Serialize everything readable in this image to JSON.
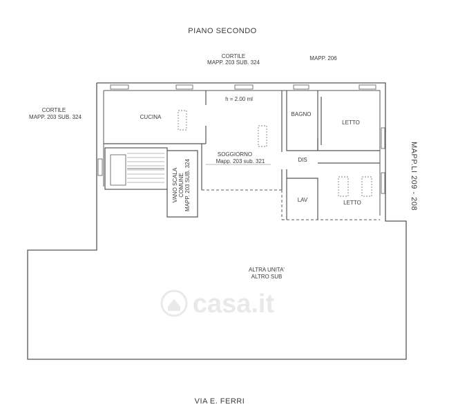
{
  "title": "PIANO SECONDO",
  "street": "VIA E. FERRI",
  "neighbors": {
    "top_cortile_1": "CORTILE",
    "top_cortile_2": "MAPP. 203 SUB. 324",
    "top_mapp": "MAPP. 206",
    "left_cortile_1": "CORTILE",
    "left_cortile_2": "MAPP. 203 SUB. 324",
    "right_mappali": "MAPP.LI 209 - 208"
  },
  "rooms": {
    "cucina": "CUCINA",
    "height": "h = 2.00 ml",
    "soggiorno": "SOGGIORNO",
    "soggiorno_mapp": "Mapp. 203 sub. 321",
    "bagno": "BAGNO",
    "letto_1": "LETTO",
    "letto_2": "LETTO",
    "dis": "DIS",
    "lav": "LAV",
    "vano_1": "VANO SCALA",
    "vano_2": "COMUNE",
    "vano_3": "MAPP. 203 SUB. 324"
  },
  "other_unit": {
    "line_1": "ALTRA UNITA'",
    "line_2": "ALTRO SUB"
  },
  "watermark": "casa.it"
}
